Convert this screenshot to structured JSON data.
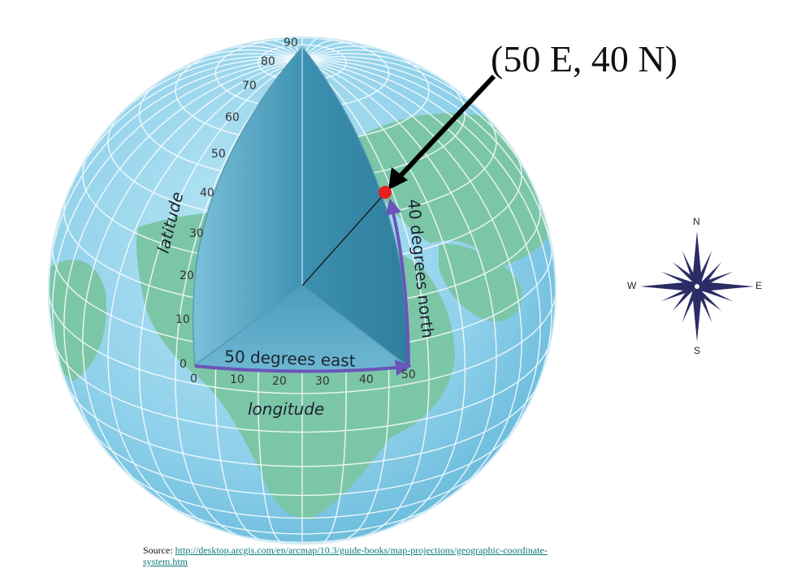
{
  "callout": {
    "text": "(50 E, 40 N)"
  },
  "globe": {
    "latitude_label": "latitude",
    "longitude_label": "longitude",
    "north_arc_label": "40 degrees north",
    "east_arc_label": "50 degrees east",
    "latitude_ticks": [
      "0",
      "10",
      "20",
      "30",
      "40",
      "50",
      "60",
      "70",
      "80",
      "90"
    ],
    "longitude_ticks": [
      "0",
      "10",
      "20",
      "30",
      "40",
      "50"
    ]
  },
  "compass": {
    "n": "N",
    "s": "S",
    "e": "E",
    "w": "W"
  },
  "source": {
    "prefix": "Source: ",
    "link_line1": "http://desktop.arcgis.com/en/arcmap/10.3/guide-books/map-projections/geographic-coordinate-",
    "link_line2": "system.htm"
  },
  "colors": {
    "ocean": "#8fd0ea",
    "land": "#7cc6a8",
    "grid": "#ffffff",
    "wedge": "#4fa6c4",
    "arrow_purple": "#6a55b8",
    "point_red": "#e5201f",
    "compass_navy": "#2b2c66"
  }
}
